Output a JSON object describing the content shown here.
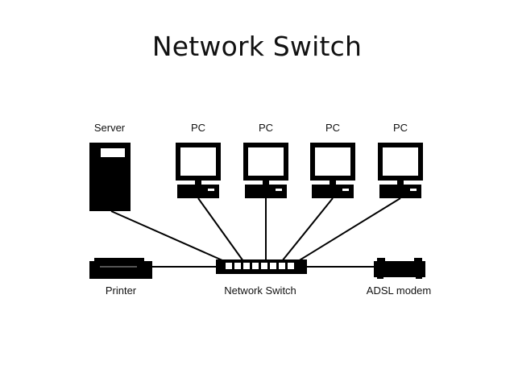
{
  "title": "Network Switch",
  "labels": {
    "server": "Server",
    "pc1": "PC",
    "pc2": "PC",
    "pc3": "PC",
    "pc4": "PC",
    "printer": "Printer",
    "switch": "Network Switch",
    "modem": "ADSL modem"
  },
  "icons": {
    "server": "server-icon",
    "pc": "monitor-icon",
    "printer": "printer-icon",
    "switch": "network-switch-icon",
    "modem": "modem-icon"
  },
  "colors": {
    "background": "#ffffff",
    "ink": "#000000"
  }
}
